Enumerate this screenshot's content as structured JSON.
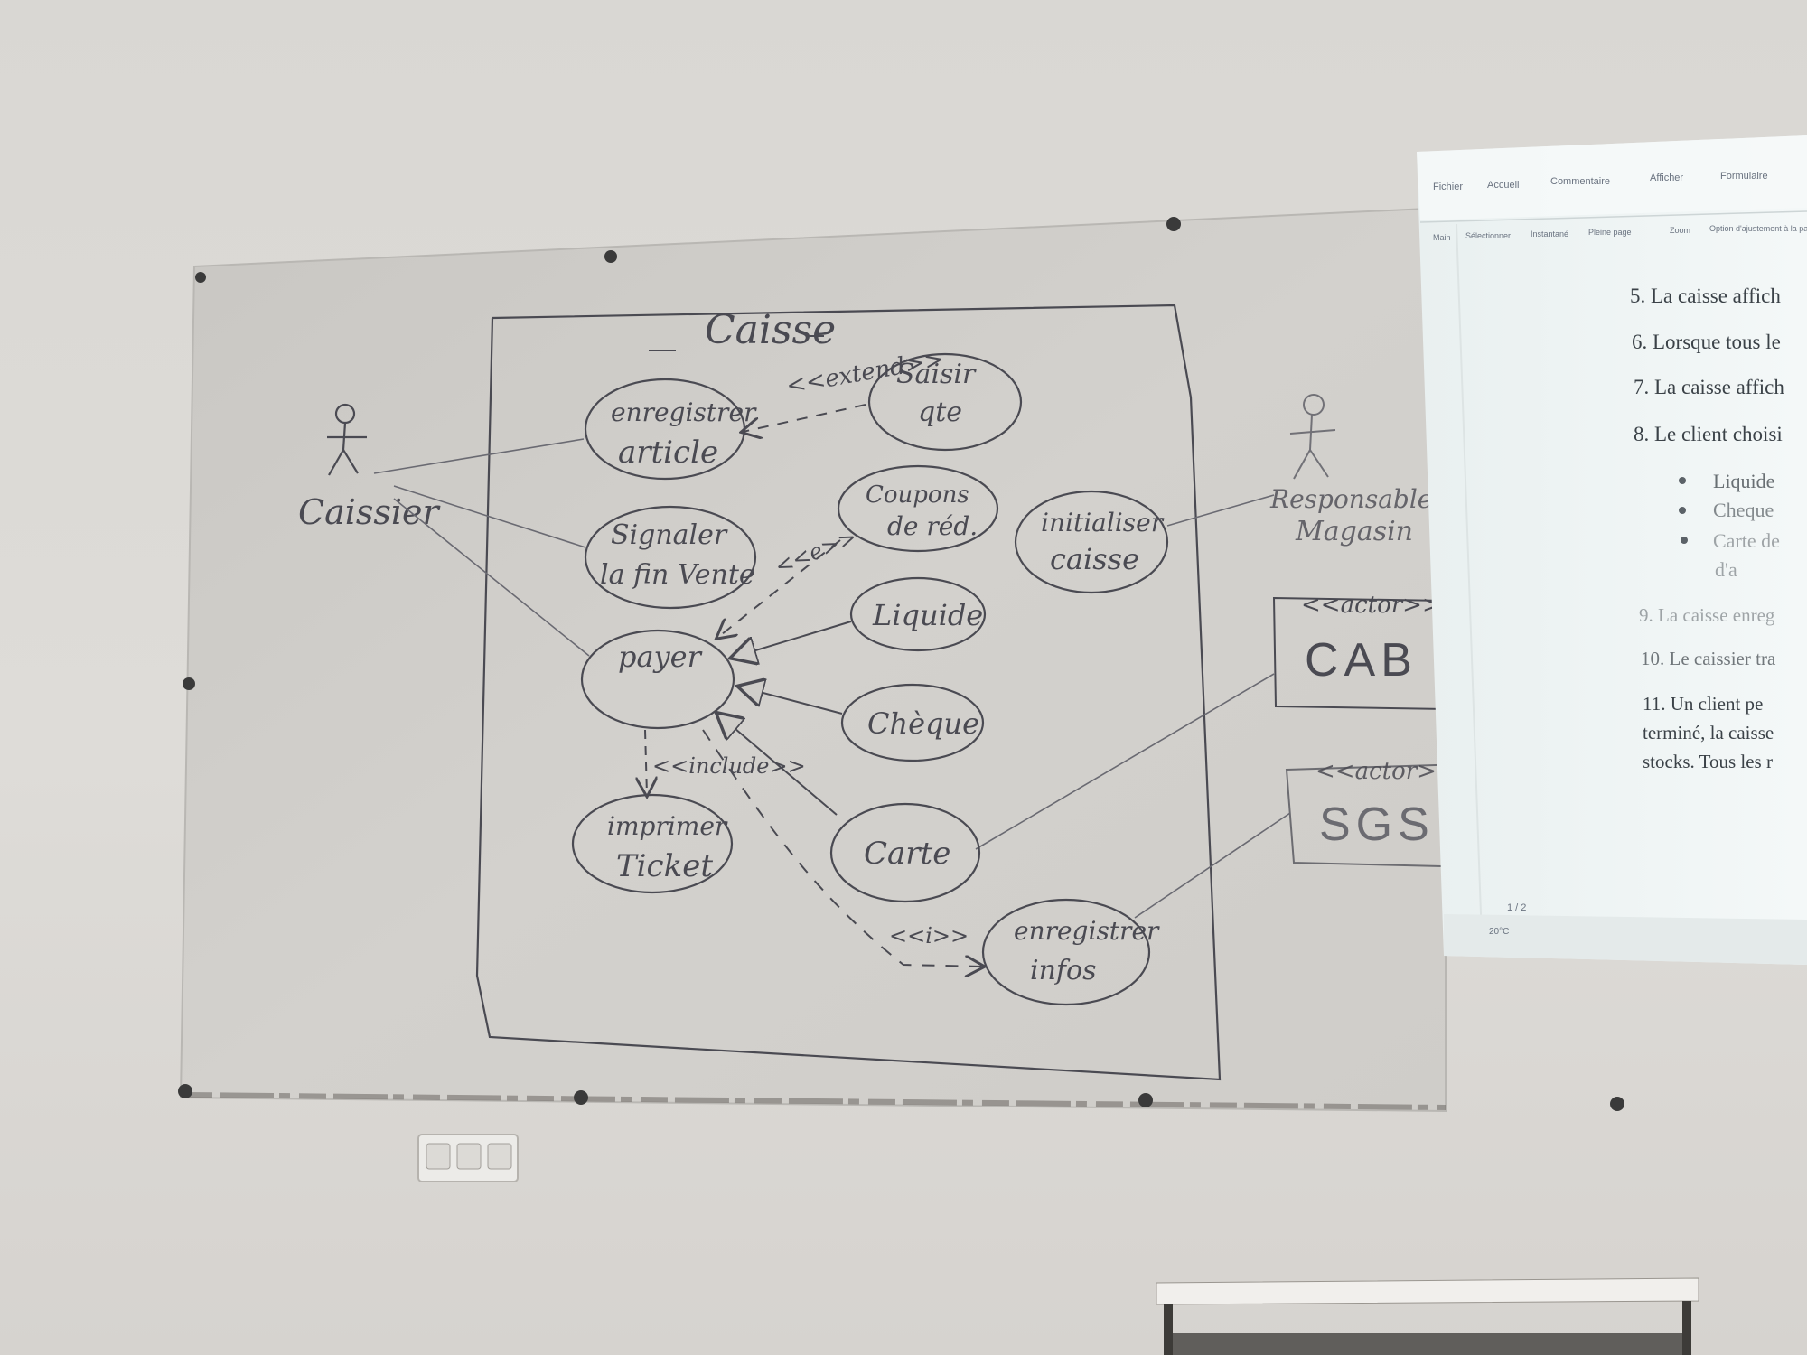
{
  "board": {
    "system_title": "Caisse",
    "actors": {
      "caissier": "Caissier",
      "responsable": [
        "Responsable",
        "Magasin"
      ],
      "cab_stereotype": "<<actor>>",
      "cab_name": "CAB",
      "sgs_stereotype": "<<actor>>",
      "sgs_name": "SGS"
    },
    "use_cases": {
      "enregistrer_article": [
        "enregistrer",
        "article"
      ],
      "saisir_qte": [
        "Saisir",
        "qte"
      ],
      "signaler_fin_vente": [
        "Signaler",
        "la fin Vente"
      ],
      "coupons_reduction": [
        "Coupons",
        "de réd."
      ],
      "initialiser_caisse": [
        "initialiser",
        "caisse"
      ],
      "liquide": "Liquide",
      "payer": "payer",
      "cheque": "Chèque",
      "imprimer_ticket": [
        "imprimer",
        "Ticket"
      ],
      "carte": "Carte",
      "enregistrer_infos": [
        "enregistrer",
        "infos"
      ]
    },
    "relations": {
      "extend": "<<extend>>",
      "coupons_rel": "<<e>>",
      "include": "<<include>>",
      "infos_rel": "<<i>>"
    }
  },
  "projection": {
    "menu": [
      "Fichier",
      "Accueil",
      "Commentaire",
      "Afficher",
      "Formulaire"
    ],
    "toolbar": [
      "Main",
      "Sélectionner",
      "Instantané",
      "Pleine page",
      "Zoom",
      "Option d'ajustement à la page"
    ],
    "lines": [
      "5. La caisse affich",
      "6. Lorsque tous le",
      "7. La caisse affich",
      "8. Le client choisi"
    ],
    "bullets": [
      "Liquide",
      "Cheque",
      "Carte de"
    ],
    "bullet_cont": "d'a",
    "lines2": [
      "9. La caisse enreg",
      "10. Le caissier tra"
    ],
    "para": [
      "11. Un client pe",
      "terminé, la caisse",
      "stocks. Tous les r"
    ],
    "status": {
      "page": "1 / 2",
      "temp": "20°C"
    }
  },
  "colors": {
    "wall": "#dcdad6",
    "board": "#cfcdc9",
    "marker": "#4a4a52",
    "screen": "#eef3f3"
  }
}
